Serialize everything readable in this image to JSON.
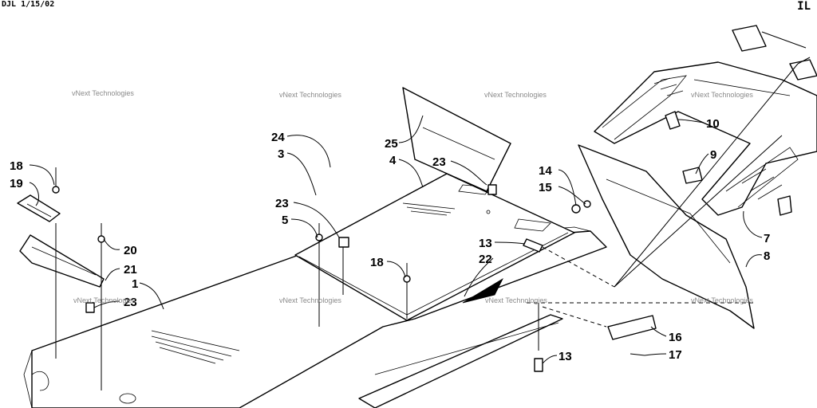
{
  "header": {
    "left_text": "DJL 1/15/02",
    "right_text": "IL"
  },
  "watermark_text": "vNext Technologies",
  "callouts": [
    "18",
    "19",
    "20",
    "21",
    "1",
    "23",
    "24",
    "3",
    "23",
    "5",
    "18",
    "25",
    "4",
    "23",
    "22",
    "13",
    "14",
    "15",
    "13",
    "16",
    "17",
    "10",
    "9",
    "7",
    "8"
  ],
  "colors": {
    "line": "#000000",
    "watermark": "#8a8a8a",
    "background": "#ffffff"
  }
}
